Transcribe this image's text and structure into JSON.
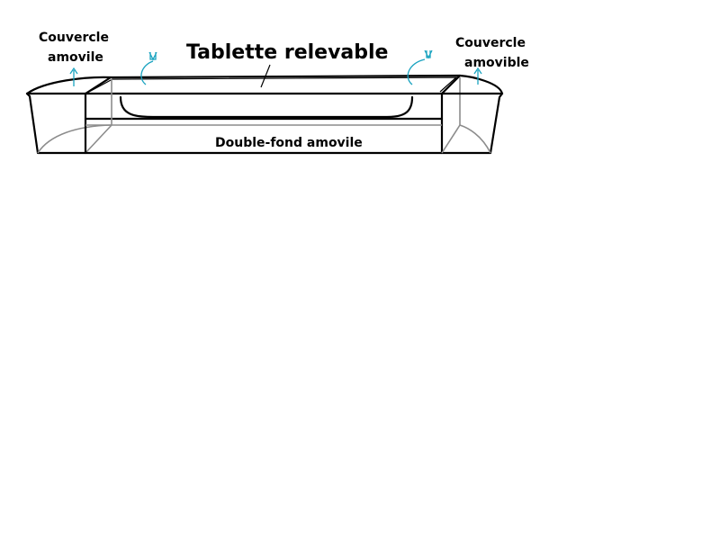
{
  "labels": {
    "left_lid_line1": "Couvercle",
    "left_lid_line2": "amovile",
    "title": "Tablette relevable",
    "right_lid_line1": "Couvercle",
    "right_lid_line2": "amovible",
    "false_bottom": "Double-fond amovile"
  },
  "colors": {
    "line": "#000000",
    "hidden_edge": "#8c8c8c",
    "arrow": "#1aa3c0",
    "background": "#ffffff"
  }
}
